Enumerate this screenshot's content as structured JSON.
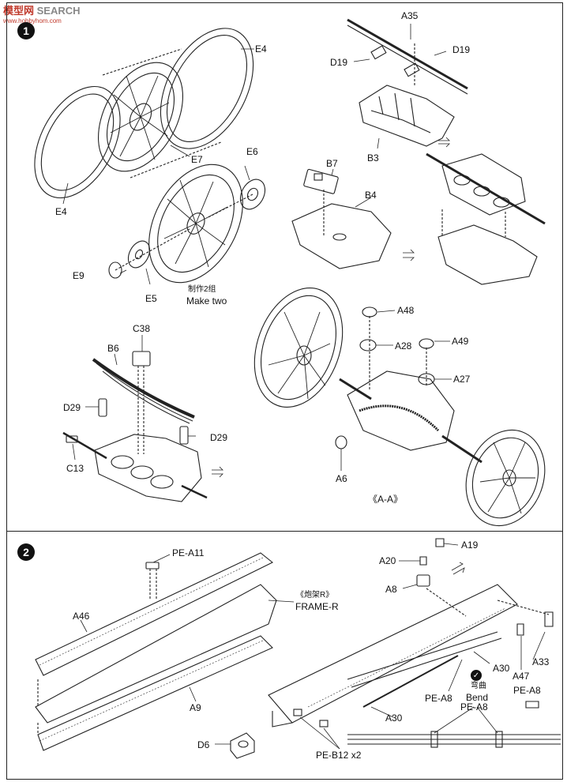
{
  "watermark": {
    "brand": "模型网",
    "search": "SEARCH",
    "site": "www.hobbyhom.com"
  },
  "steps": [
    {
      "number": "1"
    },
    {
      "number": "2"
    }
  ],
  "step1": {
    "labels": {
      "E4_top": "E4",
      "E4_left": "E4",
      "E7": "E7",
      "E6": "E6",
      "E9": "E9",
      "E5": "E5",
      "make_two_cn": "制作2组",
      "make_two_en": "Make two",
      "A35": "A35",
      "D19_left": "D19",
      "D19_right": "D19",
      "B3": "B3",
      "B7": "B7",
      "B4": "B4",
      "C38": "C38",
      "B6": "B6",
      "D29_left": "D29",
      "D29_right": "D29",
      "C13": "C13",
      "A48": "A48",
      "A28": "A28",
      "A49": "A49",
      "A27": "A27",
      "A6": "A6",
      "view": "《A-A》"
    }
  },
  "step2": {
    "labels": {
      "PE_A11": "PE-A11",
      "frame_r_cn": "《炮架R》",
      "frame_r_en": "FRAME-R",
      "A46": "A46",
      "A9": "A9",
      "D6": "D6",
      "A19": "A19",
      "A20": "A20",
      "A8": "A8",
      "A30_mid": "A30",
      "A47": "A47",
      "A33": "A33",
      "bend_cn": "弯曲",
      "bend_en": "Bend",
      "PE_A8_right": "PE-A8",
      "PE_A8_left": "PE-A8",
      "PE_A8_bottom": "PE-A8",
      "A30_bottom": "A30",
      "PE_B12": "PE-B12 x2"
    }
  }
}
